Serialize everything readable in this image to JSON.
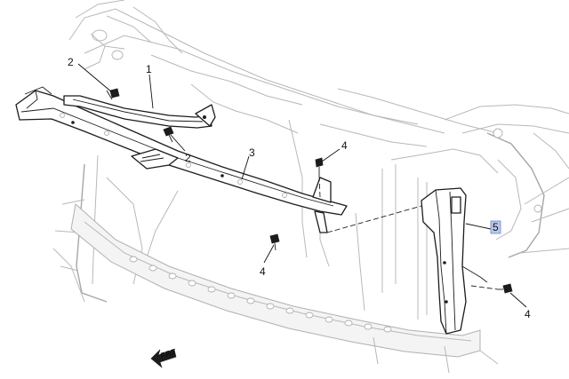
{
  "callouts": {
    "c1": "1",
    "c2a": "2",
    "c2b": "2",
    "c3": "3",
    "c4a": "4",
    "c4b": "4",
    "c4c": "4",
    "c5": "5"
  },
  "direction": {
    "label": "FRT",
    "icon": "front-arrow-icon"
  },
  "colors": {
    "line": "#1c1c1c",
    "ghost": "#b8b8b8",
    "highlight": "#b9c8ee"
  }
}
